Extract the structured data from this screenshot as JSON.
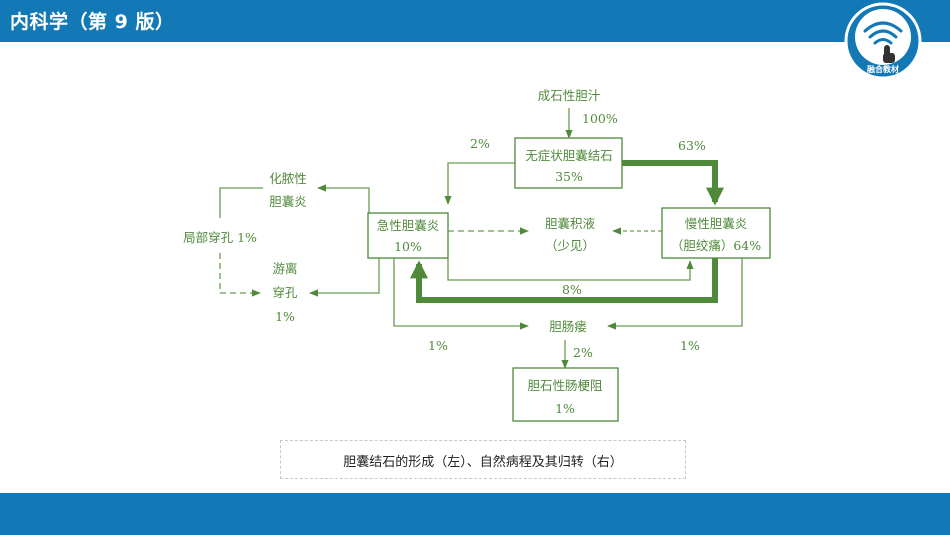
{
  "header": {
    "title": "内科学（第 9 版）"
  },
  "logo": {
    "text": "融合教材",
    "icon": "wifi-touch-icon"
  },
  "caption": "胆囊结石的形成（左）、自然病程及其归转（右）",
  "colors": {
    "primary": "#1379b6",
    "green": "#4f8a3a",
    "green_light": "#6a9c52"
  },
  "diagram": {
    "source": "成石性胆汁",
    "source_pct": "100%",
    "asymptomatic": {
      "name": "无症状胆囊结石",
      "pct": "35%"
    },
    "acute": {
      "name": "急性胆囊炎",
      "pct": "10%"
    },
    "chronic": {
      "name": "慢性胆囊炎",
      "sub": "（胆绞痛）64%"
    },
    "hydrops": {
      "name": "胆囊积液",
      "sub": "（少见）"
    },
    "suppurative": {
      "line1": "化脓性",
      "line2": "胆囊炎"
    },
    "perforation_local": "局部穿孔 1%",
    "free_perforation": {
      "line1": "游离",
      "line2": "穿孔",
      "pct": "1%"
    },
    "fistula": "胆肠瘘",
    "ileus": {
      "name": "胆石性肠梗阻",
      "pct": "1%"
    },
    "edge_2pct_top": "2%",
    "edge_63pct": "63%",
    "edge_8pct": "8%",
    "edge_1pct_left": "1%",
    "edge_1pct_right": "1%",
    "edge_2pct_bottom": "2%"
  }
}
